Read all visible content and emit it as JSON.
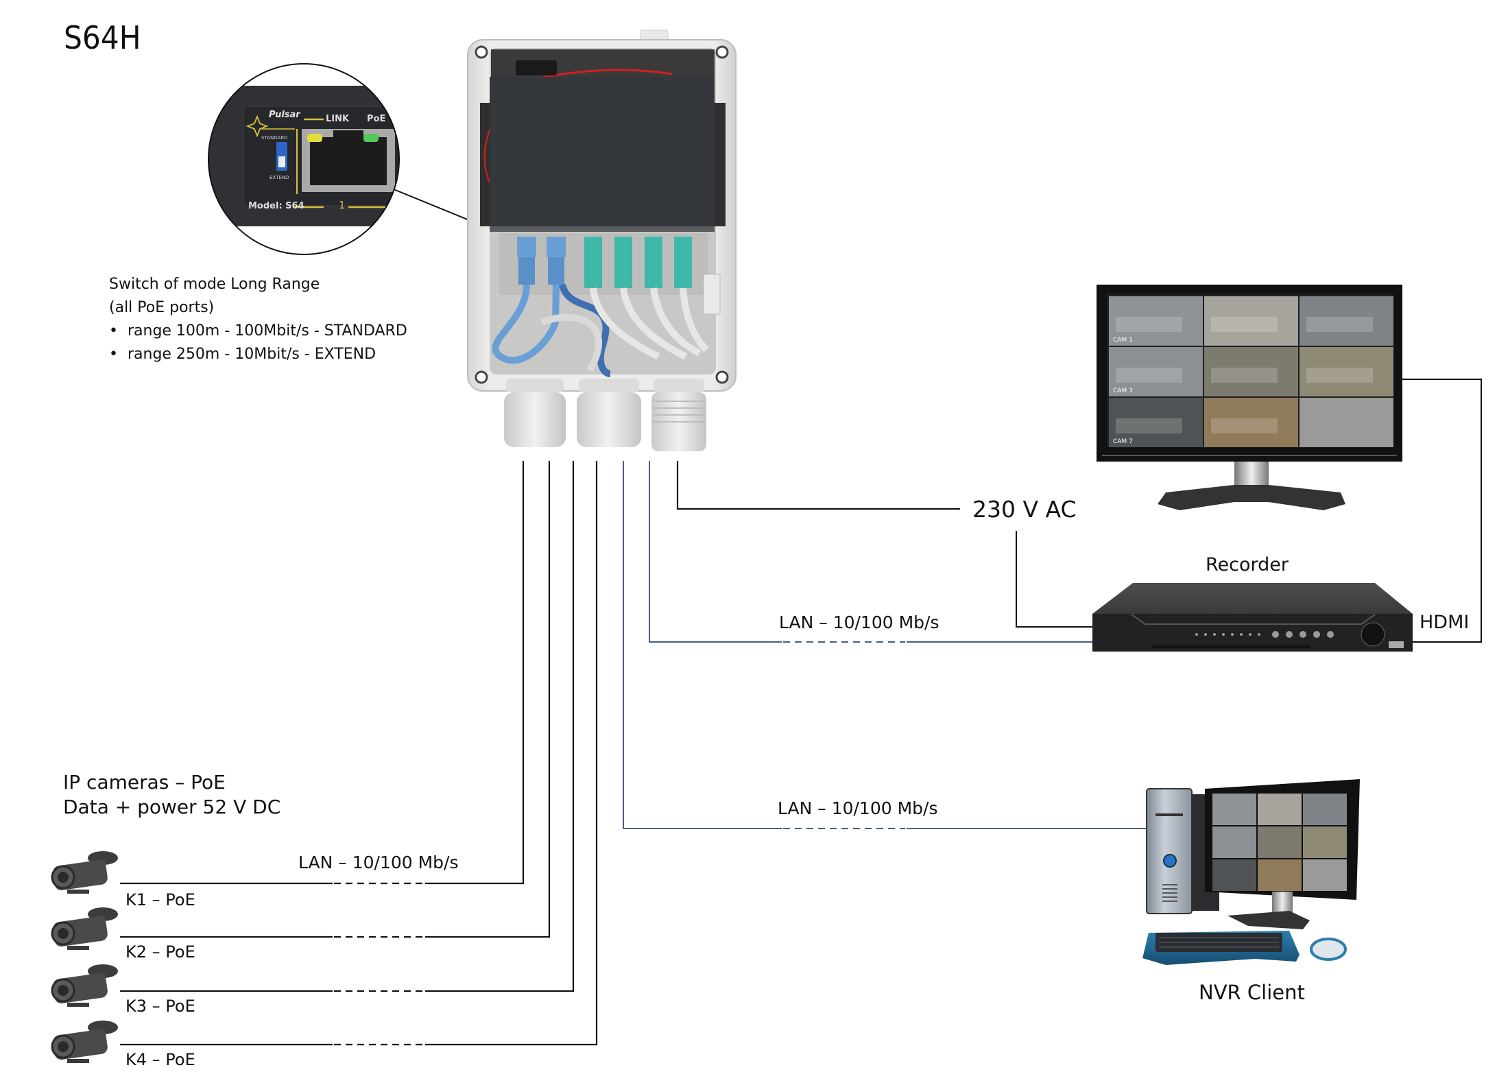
{
  "title": "S64H",
  "zoom_callout": {
    "brand": "Pulsar",
    "led_labels": [
      "LINK",
      "PoE"
    ],
    "switch_labels": [
      "STANDARD",
      "EXTEND"
    ],
    "model": "Model: S64",
    "port_number": "1"
  },
  "mode_note": {
    "heading": "Switch of mode Long Range",
    "subheading": "(all PoE ports)",
    "bullets": [
      "range 100m - 100Mbit/s - STANDARD",
      "range 250m - 10Mbit/s - EXTEND"
    ]
  },
  "power": {
    "label": "230 V AC"
  },
  "recorder": {
    "label": "Recorder"
  },
  "monitor": {
    "connection_label": "HDMI",
    "tiles": [
      "CAM 1",
      "",
      "",
      "CAM 3",
      "",
      "",
      "CAM 7",
      "",
      ""
    ]
  },
  "nvr_client": {
    "label": "NVR Client"
  },
  "links": {
    "recorder_lan": "LAN – 10/100 Mb/s",
    "nvr_lan": "LAN – 10/100 Mb/s",
    "cameras_lan": "LAN – 10/100 Mb/s"
  },
  "cameras": {
    "heading_line1": "IP cameras – PoE",
    "heading_line2": "Data + power 52 V DC",
    "items": [
      {
        "label": "K1 – PoE"
      },
      {
        "label": "K2 – PoE"
      },
      {
        "label": "K3 – PoE"
      },
      {
        "label": "K4 – PoE"
      }
    ]
  },
  "colors": {
    "line_black": "#111111",
    "line_lan_blue": "#4a5a8a",
    "enclosure": "#e4e4e2",
    "switch_body": "#33363b",
    "patch_blue": "#6a9fd6",
    "patch_teal": "#3fb8aa",
    "device_dark": "#2b2b2b"
  }
}
